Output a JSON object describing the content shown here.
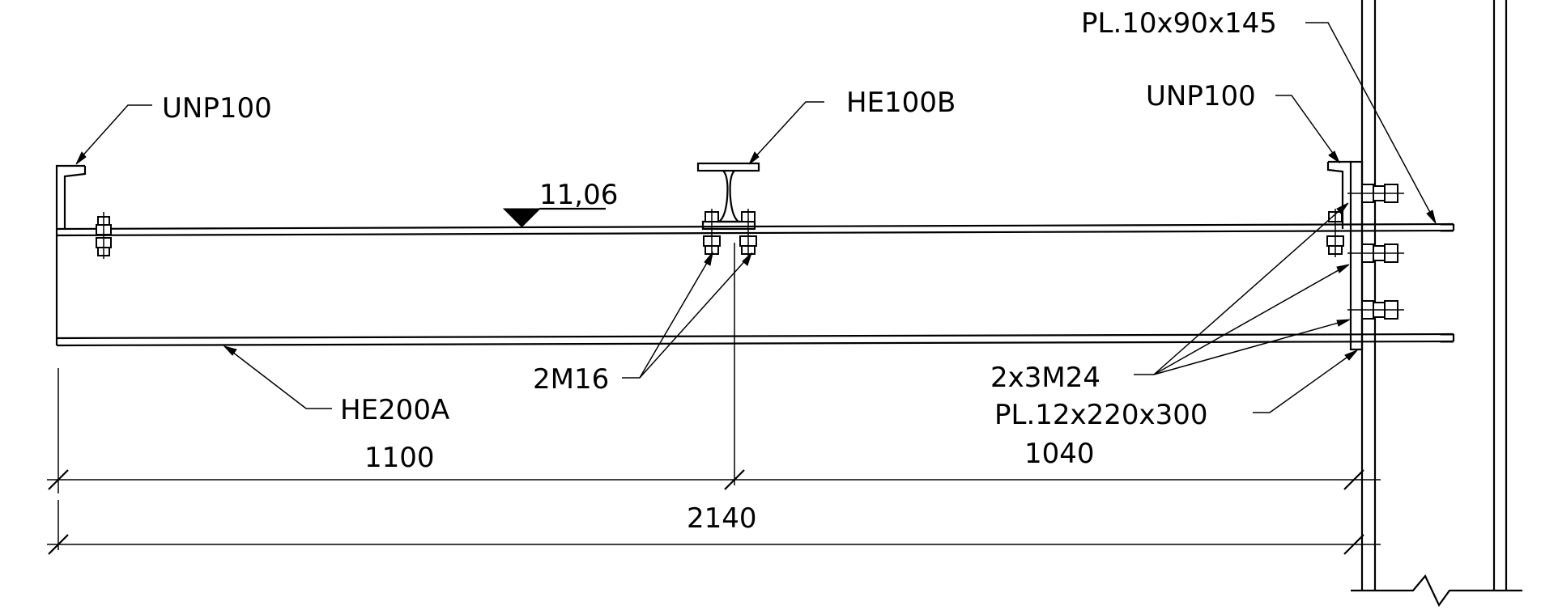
{
  "labels": {
    "plate_top": "PL.10x90x145",
    "unp_left": "UNP100",
    "he100b": "HE100B",
    "unp_right": "UNP100",
    "level": "11,06",
    "he200a": "HE200A",
    "bolts_small": "2M16",
    "bolts_large": "2x3M24",
    "plate_end": "PL.12x220x300"
  },
  "dimensions": {
    "left_span": "1100",
    "right_span": "1040",
    "total_span": "2140"
  }
}
